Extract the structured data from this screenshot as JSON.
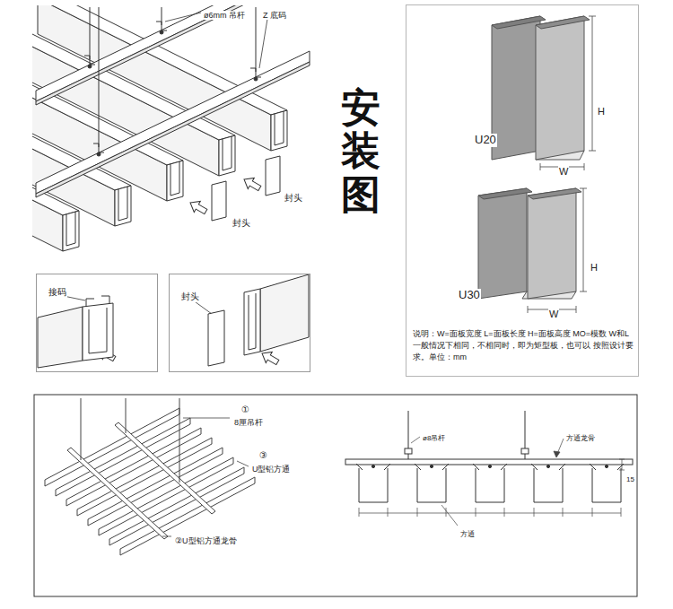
{
  "diagram": {
    "nodes": [
      {
        "text": [
          "U20",
          "H",
          "W",
          "U30",
          "H",
          "W",
          "说明：W=面板宽度 L=面板长度 H=面板高度 MO=模数 W和L一般情况下相同，不相同时，即为矩型板，也可以 按照设计要求。单位：mm"
        ]
      },
      {
        "text": [
          "接码"
        ]
      },
      {
        "text": [
          "封头"
        ]
      }
    ],
    "labels": [
      "ø6mm 吊杆",
      "Z 底码",
      "封头",
      "封头",
      "安装图",
      "①",
      "8厘吊杆",
      "③",
      "U型铝方通",
      "②U型铝方通龙骨",
      "ø8吊杆",
      "方通龙骨",
      "方通",
      "15"
    ]
  }
}
